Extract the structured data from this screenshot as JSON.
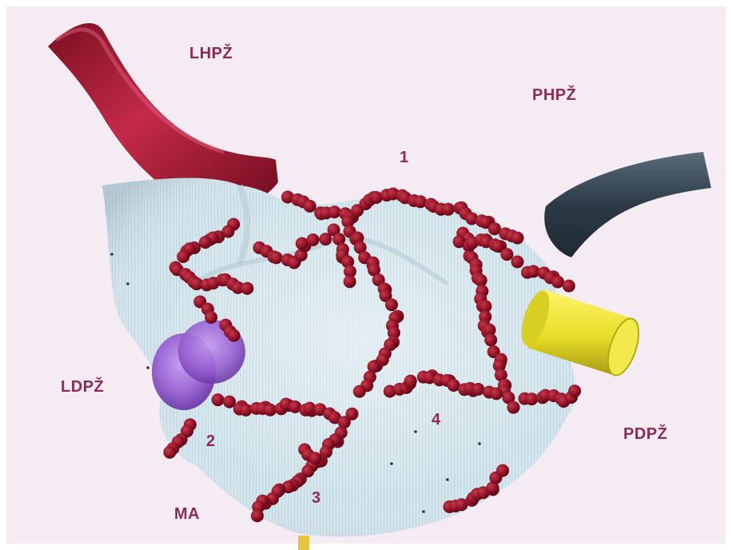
{
  "labels": {
    "lhpz": "LHPŽ",
    "phpz": "PHPŽ",
    "ldpz": "LDPŽ",
    "pdpz": "PDPŽ",
    "ma": "MA",
    "num1": "1",
    "num2": "2",
    "num3": "3",
    "num4": "4"
  },
  "colors": {
    "background": "#f5ecf3",
    "label_text": "#8f2a56",
    "atrium_surface": "#cfe2ea",
    "lesion_points": "#8e1024",
    "left_superior_vein": "#b3203f",
    "right_superior_vein": "#3a4a58",
    "right_inferior_vein": "#e8e23a",
    "left_inferior_vein": "#9a63d4",
    "catheter": "#e6c340"
  },
  "objects": [
    {
      "name": "left-atrium-shell",
      "depicts": "pale blue 3D electroanatomical map surface"
    },
    {
      "name": "ablation-lesion-points",
      "depicts": "dark red spherical ablation tags"
    },
    {
      "name": "lhpz-vein",
      "depicts": "red tube"
    },
    {
      "name": "phpz-vein",
      "depicts": "dark slate tube"
    },
    {
      "name": "pdpz-vein",
      "depicts": "yellow cylinder"
    },
    {
      "name": "ldpz-vein",
      "depicts": "purple blob"
    }
  ]
}
